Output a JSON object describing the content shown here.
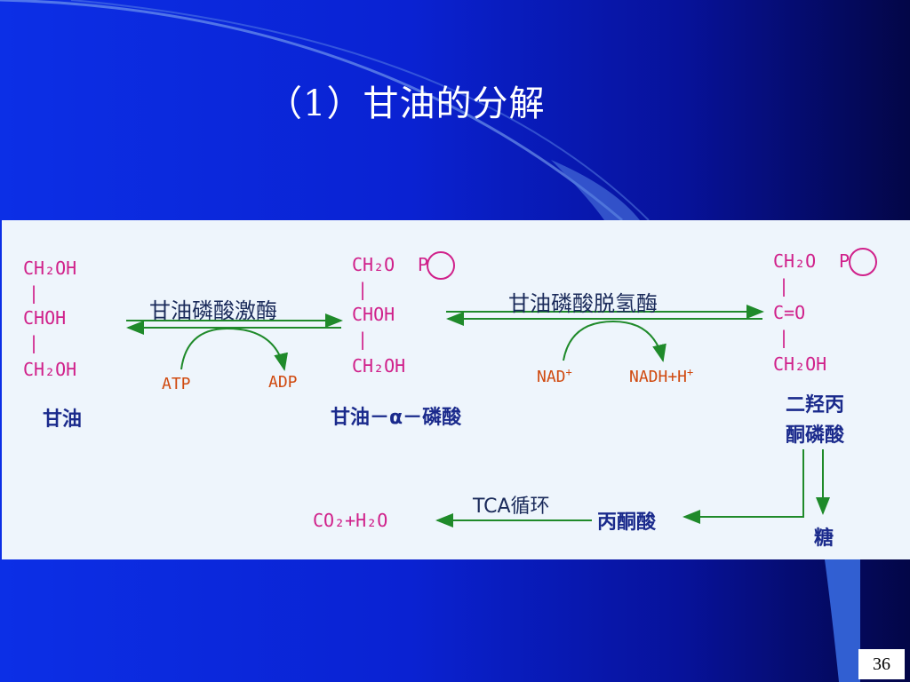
{
  "slide": {
    "title": "（1）甘油的分解",
    "page_number": "36"
  },
  "diagram": {
    "glycerol": {
      "line1": "CH₂OH",
      "line2": "CHOH",
      "line3": "CH₂OH",
      "name": "甘油"
    },
    "enzyme1": "甘油磷酸激酶",
    "cofactor_atp": "ATP",
    "cofactor_adp": "ADP",
    "glycerol_phosphate": {
      "line1": "CH₂O",
      "p": "P",
      "line2": "CHOH",
      "line3": "CH₂OH",
      "name": "甘油－α－磷酸"
    },
    "enzyme2": "甘油磷酸脱氢酶",
    "cofactor_nad": "NAD",
    "cofactor_nad_sup": "+",
    "cofactor_nadh": "NADH+H",
    "cofactor_nadh_sup": "+",
    "dhap": {
      "line1": "CH₂O",
      "p": "P",
      "line2": "C=O",
      "line3": "CH₂OH",
      "name_line1": "二羟丙",
      "name_line2": "酮磷酸"
    },
    "sugar": "糖",
    "pyruvate": "丙酮酸",
    "tca_label": "TCA循环",
    "products": "CO₂+H₂O"
  },
  "colors": {
    "chemical": "#d0208a",
    "arrow": "#1f8a2a",
    "enzyme": "#1a2a5a",
    "cofactor": "#d04a10",
    "name": "#1a2a8c"
  }
}
